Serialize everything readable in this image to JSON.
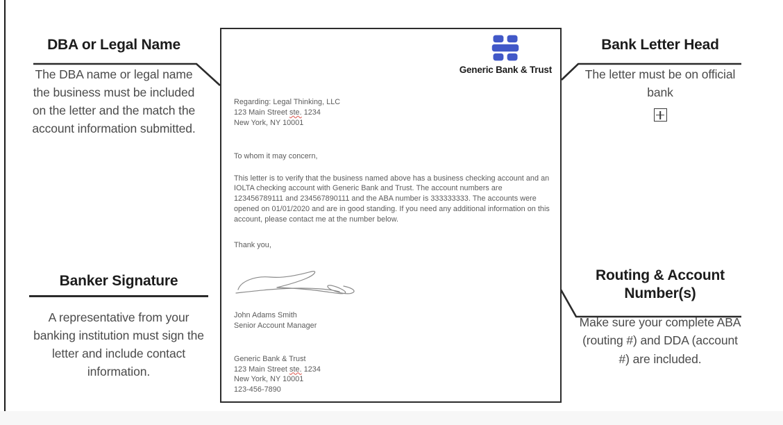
{
  "callouts": {
    "dba": {
      "title": "DBA or Legal Name",
      "body": "The DBA name or legal name the business must be included on the letter and the match the account information submitted."
    },
    "letterhead": {
      "title": "Bank Letter Head",
      "body": "The letter must be on official bank",
      "placeholder_icon": "boxed-plus-icon"
    },
    "signature": {
      "title": "Banker Signature",
      "body": "A representative from your banking institution must sign the letter and include contact information."
    },
    "routing": {
      "title": "Routing & Account Number(s)",
      "body": "Make sure your complete ABA (routing #) and DDA (account #) are included."
    }
  },
  "letter": {
    "bank_name": "Generic Bank & Trust",
    "logo_color": "#4158c8",
    "recipient": {
      "line1_label": "Regarding: Legal Thinking, LLC",
      "line2_a": "123 Main Street ",
      "line2_misspelled": "ste.",
      "line2_b": " 1234",
      "line3": "New York, NY 10001"
    },
    "salutation": "To whom it may concern,",
    "paragraph": "This letter is to verify that the business named above has a business checking account and an IOLTA checking account with Generic Bank and Trust. The account numbers are 123456789111 and 234567890111 and the ABA number is 333333333. The accounts were opened on 01/01/2020 and are in good standing. If you need any additional information on this account, please contact me at the number below.",
    "closing": "Thank you,",
    "signature_alt": "handwritten-signature",
    "signer_name": "John Adams Smith",
    "signer_title": "Senior Account Manager",
    "footer": {
      "bank": "Generic Bank & Trust",
      "street_a": "123 Main Street ",
      "street_misspelled": "ste.",
      "street_b": " 1234",
      "city": "New York, NY 10001",
      "phone": "123-456-7890"
    }
  }
}
